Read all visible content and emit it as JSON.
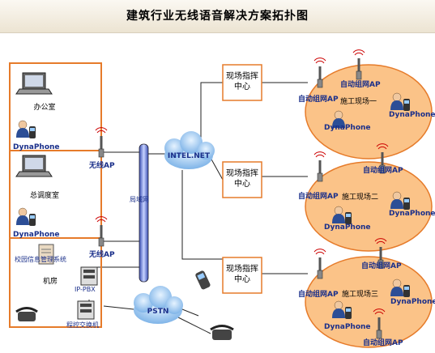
{
  "title": "建筑行业无线语音解决方案拓扑图",
  "left": {
    "office": "办公室",
    "dispatch": "总调度室",
    "infoSystem": "校园信息管理系统",
    "machineRoom": "机房",
    "pbx": "IP-PBX",
    "exchange": "程控交换机",
    "dynaphone": "DynaPhone",
    "wirelessAp": "无线AP"
  },
  "core": {
    "lan": "局域网",
    "internet": "INTEL.NET",
    "pstn": "PSTN"
  },
  "command": "现场指挥中心",
  "sites": [
    {
      "name": "施工现场一"
    },
    {
      "name": "施工现场二"
    },
    {
      "name": "施工现场三"
    }
  ],
  "apLabel": "自动组网AP",
  "phone": "DynaPhone"
}
